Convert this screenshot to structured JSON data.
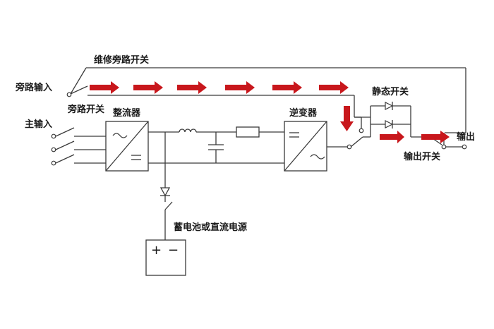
{
  "labels": {
    "maintenance_bypass_switch": "维修旁路开关",
    "bypass_input": "旁路输入",
    "bypass_switch": "旁路开关",
    "main_input": "主输入",
    "rectifier": "整流器",
    "inverter": "逆变器",
    "static_switch": "静态开关",
    "output": "输出",
    "output_switch": "输出开关",
    "battery_source": "蓄电池或直流电源",
    "battery_plus": "+",
    "battery_minus": "−"
  },
  "colors": {
    "arrow": "#c8171c",
    "line": "#3a3a3a"
  }
}
